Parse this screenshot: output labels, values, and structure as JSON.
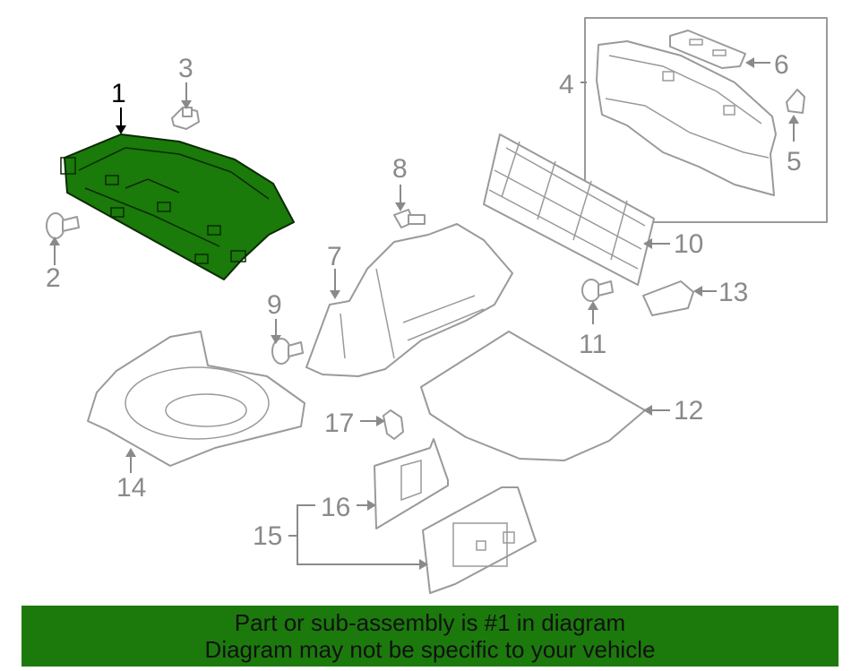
{
  "diagram": {
    "callouts": [
      "1",
      "2",
      "3",
      "4",
      "5",
      "6",
      "7",
      "8",
      "9",
      "10",
      "11",
      "12",
      "13",
      "14",
      "15",
      "16",
      "17"
    ],
    "highlighted_part": "1",
    "colors": {
      "highlight": "#1a7a0a",
      "outline": "#9a9a9a",
      "banner": "#1c7a0d"
    }
  },
  "banner": {
    "line1": "Part or sub-assembly is #1 in diagram",
    "line2": "Diagram may not be specific to your vehicle"
  }
}
